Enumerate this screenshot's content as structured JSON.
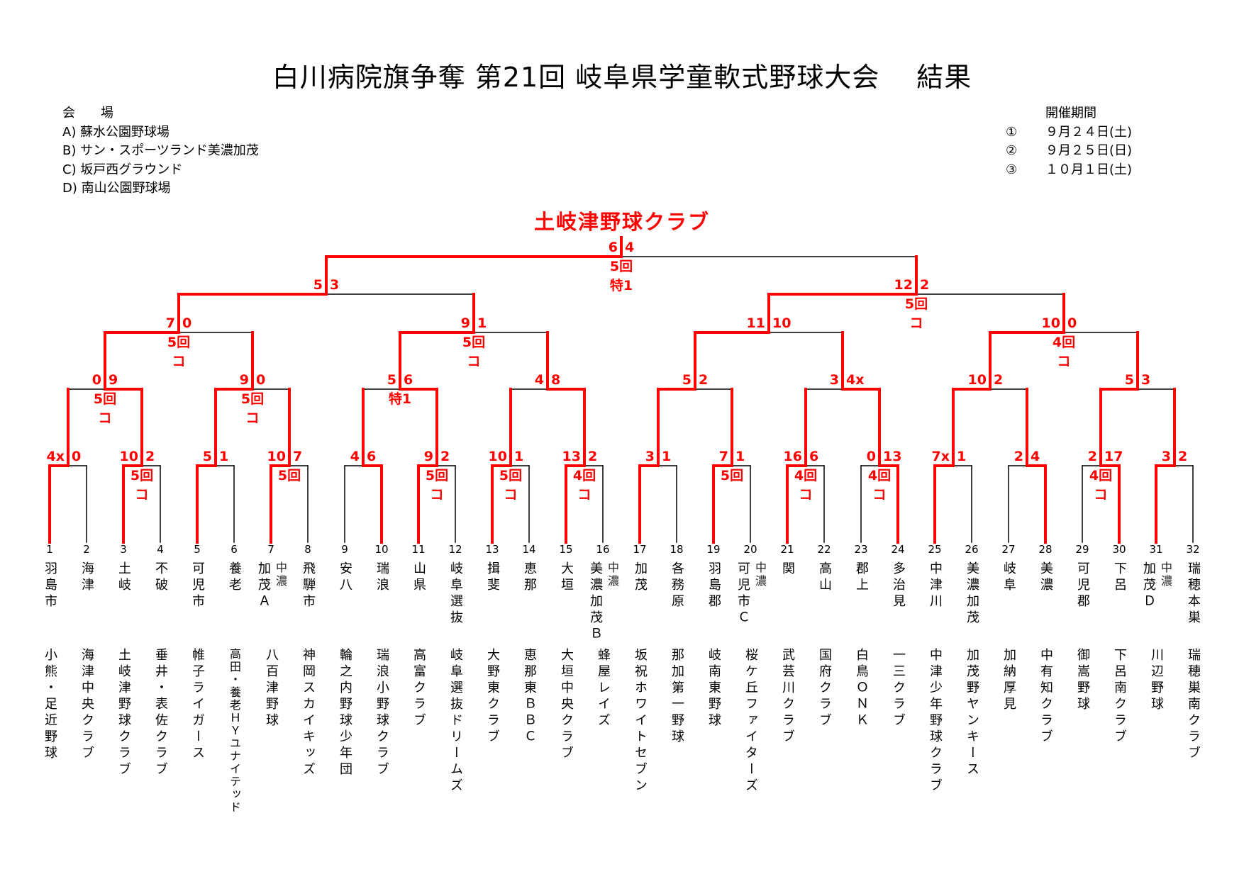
{
  "title": "白川病院旗争奪 第21回 岐阜県学童軟式野球大会　 結果",
  "venues": {
    "heading": "会　　場",
    "items": [
      "A) 蘇水公園野球場",
      "B) サン・スポーツランド美濃加茂",
      "C) 坂戸西グラウンド",
      "D) 南山公園野球場"
    ]
  },
  "period": {
    "heading": "開催期間",
    "items": [
      {
        "mark": "①",
        "date": "９月２４日(土)"
      },
      {
        "mark": "②",
        "date": "９月２５日(日)"
      },
      {
        "mark": "③",
        "date": "１０月１日(土)"
      }
    ]
  },
  "champion": "土岐津野球クラブ",
  "colors": {
    "winner_line": "#ff0000",
    "line": "#000000",
    "score": "#ff0000"
  },
  "teams": [
    {
      "no": "1",
      "region": "羽島市",
      "district": "",
      "name": "小熊・足近野球"
    },
    {
      "no": "2",
      "region": "海津",
      "district": "",
      "name": "海津中央クラブ"
    },
    {
      "no": "3",
      "region": "土岐",
      "district": "",
      "name": "土岐津野球クラブ"
    },
    {
      "no": "4",
      "region": "不破",
      "district": "",
      "name": "垂井・表佐クラブ"
    },
    {
      "no": "5",
      "region": "可児市",
      "district": "",
      "name": "帷子ライガース"
    },
    {
      "no": "6",
      "region": "養老",
      "district": "",
      "name": "高田・養老ＨＹユナイテッド"
    },
    {
      "no": "7",
      "region": "加茂Ａ",
      "district": "中濃",
      "name": "八百津野球"
    },
    {
      "no": "8",
      "region": "飛騨市",
      "district": "",
      "name": "神岡スカイキッズ"
    },
    {
      "no": "9",
      "region": "安八",
      "district": "",
      "name": "輪之内野球少年団"
    },
    {
      "no": "10",
      "region": "瑞浪",
      "district": "",
      "name": "瑞浪小野球クラブ"
    },
    {
      "no": "11",
      "region": "山県",
      "district": "",
      "name": "高富クラブ"
    },
    {
      "no": "12",
      "region": "岐阜選抜",
      "district": "",
      "name": "岐阜選抜ドリームズ"
    },
    {
      "no": "13",
      "region": "揖斐",
      "district": "",
      "name": "大野東クラブ"
    },
    {
      "no": "14",
      "region": "恵那",
      "district": "",
      "name": "恵那東ＢＢＣ"
    },
    {
      "no": "15",
      "region": "大垣",
      "district": "",
      "name": "大垣中央クラブ"
    },
    {
      "no": "16",
      "region": "美濃加茂Ｂ",
      "district": "中濃",
      "name": "蜂屋レイズ"
    },
    {
      "no": "17",
      "region": "加茂",
      "district": "",
      "name": "坂祝ホワイトセブン"
    },
    {
      "no": "18",
      "region": "各務原",
      "district": "",
      "name": "那加第一野球"
    },
    {
      "no": "19",
      "region": "羽島郡",
      "district": "",
      "name": "岐南東野球"
    },
    {
      "no": "20",
      "region": "可児市Ｃ",
      "district": "中濃",
      "name": "桜ケ丘ファイターズ"
    },
    {
      "no": "21",
      "region": "関",
      "district": "",
      "name": "武芸川クラブ"
    },
    {
      "no": "22",
      "region": "高山",
      "district": "",
      "name": "国府クラブ"
    },
    {
      "no": "23",
      "region": "郡上",
      "district": "",
      "name": "白鳥ＯＮＫ"
    },
    {
      "no": "24",
      "region": "多治見",
      "district": "",
      "name": "一三クラブ"
    },
    {
      "no": "25",
      "region": "中津川",
      "district": "",
      "name": "中津少年野球クラブ"
    },
    {
      "no": "26",
      "region": "美濃加茂",
      "district": "",
      "name": "加茂野ヤンキース"
    },
    {
      "no": "27",
      "region": "岐阜",
      "district": "",
      "name": "加納厚見"
    },
    {
      "no": "28",
      "region": "美濃",
      "district": "",
      "name": "中有知クラブ"
    },
    {
      "no": "29",
      "region": "可児郡",
      "district": "",
      "name": "御嵩野球"
    },
    {
      "no": "30",
      "region": "下呂",
      "district": "",
      "name": "下呂南クラブ"
    },
    {
      "no": "31",
      "region": "加茂Ｄ",
      "district": "中濃",
      "name": "川辺野球"
    },
    {
      "no": "32",
      "region": "瑞穂本巣",
      "district": "",
      "name": "瑞穂巣南クラブ"
    }
  ],
  "rounds": [
    [
      {
        "scores": [
          "4x",
          "0"
        ],
        "winner": 0,
        "notes": []
      },
      {
        "scores": [
          "10",
          "2"
        ],
        "winner": 0,
        "notes": [
          "5回",
          "コ"
        ]
      },
      {
        "scores": [
          "5",
          "1"
        ],
        "winner": 0,
        "notes": []
      },
      {
        "scores": [
          "10",
          "7"
        ],
        "winner": 0,
        "notes": [
          "5回"
        ]
      },
      {
        "scores": [
          "4",
          "6"
        ],
        "winner": 1,
        "notes": []
      },
      {
        "scores": [
          "9",
          "2"
        ],
        "winner": 0,
        "notes": [
          "5回",
          "コ"
        ]
      },
      {
        "scores": [
          "10",
          "1"
        ],
        "winner": 0,
        "notes": [
          "5回",
          "コ"
        ]
      },
      {
        "scores": [
          "13",
          "2"
        ],
        "winner": 0,
        "notes": [
          "4回",
          "コ"
        ]
      },
      {
        "scores": [
          "3",
          "1"
        ],
        "winner": 0,
        "notes": []
      },
      {
        "scores": [
          "7",
          "1"
        ],
        "winner": 0,
        "notes": [
          "5回"
        ]
      },
      {
        "scores": [
          "16",
          "6"
        ],
        "winner": 0,
        "notes": [
          "4回",
          "コ"
        ]
      },
      {
        "scores": [
          "0",
          "13"
        ],
        "winner": 1,
        "notes": [
          "4回",
          "コ"
        ]
      },
      {
        "scores": [
          "7x",
          "1"
        ],
        "winner": 0,
        "notes": []
      },
      {
        "scores": [
          "2",
          "4"
        ],
        "winner": 1,
        "notes": []
      },
      {
        "scores": [
          "2",
          "17"
        ],
        "winner": 1,
        "notes": [
          "4回",
          "コ"
        ]
      },
      {
        "scores": [
          "3",
          "2"
        ],
        "winner": 0,
        "notes": []
      }
    ],
    [
      {
        "scores": [
          "0",
          "9"
        ],
        "winner": 1,
        "notes": [
          "5回",
          "コ"
        ]
      },
      {
        "scores": [
          "9",
          "0"
        ],
        "winner": 0,
        "notes": [
          "5回",
          "コ"
        ]
      },
      {
        "scores": [
          "5",
          "6"
        ],
        "winner": 1,
        "notes": [
          "特1"
        ]
      },
      {
        "scores": [
          "4",
          "8"
        ],
        "winner": 1,
        "notes": []
      },
      {
        "scores": [
          "5",
          "2"
        ],
        "winner": 0,
        "notes": []
      },
      {
        "scores": [
          "3",
          "4x"
        ],
        "winner": 1,
        "notes": []
      },
      {
        "scores": [
          "10",
          "2"
        ],
        "winner": 0,
        "notes": []
      },
      {
        "scores": [
          "5",
          "3"
        ],
        "winner": 0,
        "notes": []
      }
    ],
    [
      {
        "scores": [
          "7",
          "0"
        ],
        "winner": 0,
        "notes": [
          "5回",
          "コ"
        ]
      },
      {
        "scores": [
          "9",
          "1"
        ],
        "winner": 0,
        "notes": [
          "5回",
          "コ"
        ]
      },
      {
        "scores": [
          "11",
          "10"
        ],
        "winner": 0,
        "notes": []
      },
      {
        "scores": [
          "10",
          "0"
        ],
        "winner": 0,
        "notes": [
          "4回",
          "コ"
        ]
      }
    ],
    [
      {
        "scores": [
          "5",
          "3"
        ],
        "winner": 0,
        "notes": []
      },
      {
        "scores": [
          "12",
          "2"
        ],
        "winner": 0,
        "notes": [
          "5回",
          "コ"
        ]
      }
    ],
    [
      {
        "scores": [
          "6",
          "4"
        ],
        "winner": 0,
        "notes": [
          "5回",
          "特1"
        ]
      }
    ]
  ]
}
